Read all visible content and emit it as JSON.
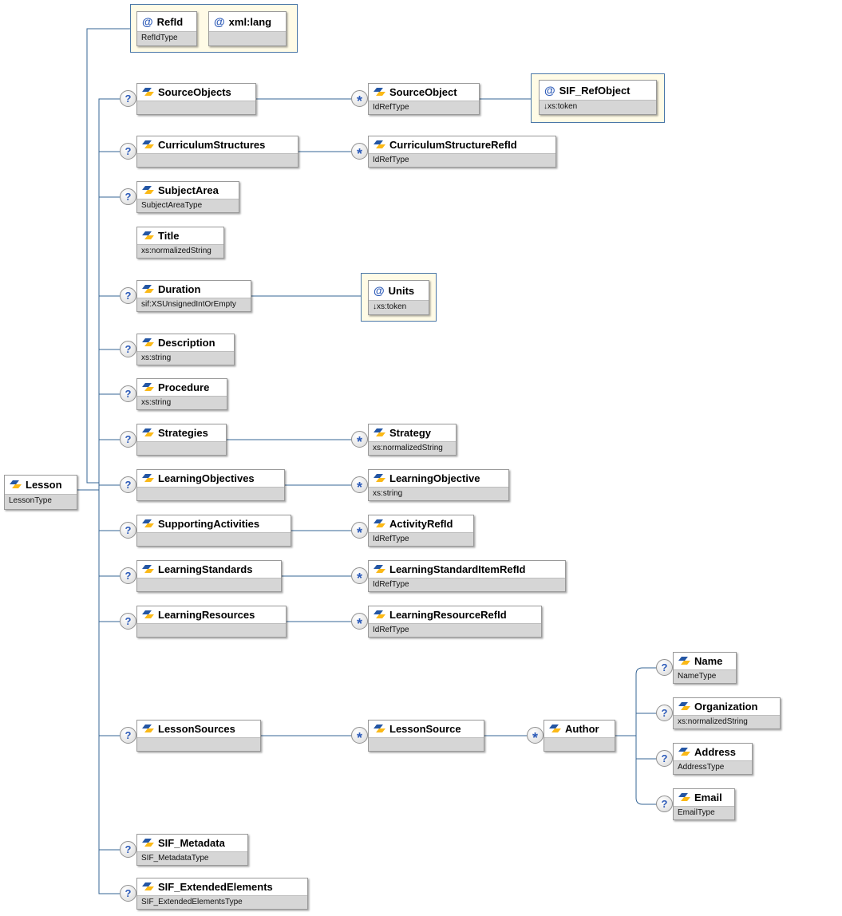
{
  "markers": {
    "attribute": "@",
    "optional": "?",
    "many": "*"
  },
  "colors": {
    "connector": "#356595",
    "attribute_group_fill": "#fffbe6",
    "attribute_group_border": "#4a77a8",
    "type_band": "#d6d6d6",
    "badge_glyph": "#2d5bb8",
    "element_icon_blue": "#2456a4",
    "element_icon_yellow": "#fbb917"
  },
  "nodes": {
    "lesson": {
      "name": "Lesson",
      "type": "LessonType",
      "kind": "element",
      "occurrence": "required"
    },
    "refId": {
      "name": "RefId",
      "type": "RefIdType",
      "kind": "attribute"
    },
    "xmlLang": {
      "name": "xml:lang",
      "type": "",
      "kind": "attribute"
    },
    "sourceObjects": {
      "name": "SourceObjects",
      "type": "",
      "kind": "element",
      "occurrence": "optional"
    },
    "sourceObject": {
      "name": "SourceObject",
      "type": "IdRefType",
      "kind": "element",
      "occurrence": "zero-or-more"
    },
    "sifRefObject": {
      "name": "SIF_RefObject",
      "type": "↓xs:token",
      "kind": "attribute"
    },
    "curriculumStructures": {
      "name": "CurriculumStructures",
      "type": "",
      "kind": "element",
      "occurrence": "optional"
    },
    "curriculumStructureRefId": {
      "name": "CurriculumStructureRefId",
      "type": "IdRefType",
      "kind": "element",
      "occurrence": "zero-or-more"
    },
    "subjectArea": {
      "name": "SubjectArea",
      "type": "SubjectAreaType",
      "kind": "element",
      "occurrence": "optional"
    },
    "title": {
      "name": "Title",
      "type": "xs:normalizedString",
      "kind": "element",
      "occurrence": "required"
    },
    "duration": {
      "name": "Duration",
      "type": "sif:XSUnsignedIntOrEmpty",
      "kind": "element",
      "occurrence": "optional"
    },
    "units": {
      "name": "Units",
      "type": "↓xs:token",
      "kind": "attribute"
    },
    "description": {
      "name": "Description",
      "type": "xs:string",
      "kind": "element",
      "occurrence": "optional"
    },
    "procedure": {
      "name": "Procedure",
      "type": "xs:string",
      "kind": "element",
      "occurrence": "optional"
    },
    "strategies": {
      "name": "Strategies",
      "type": "",
      "kind": "element",
      "occurrence": "optional"
    },
    "strategy": {
      "name": "Strategy",
      "type": "xs:normalizedString",
      "kind": "element",
      "occurrence": "zero-or-more"
    },
    "learningObjectives": {
      "name": "LearningObjectives",
      "type": "",
      "kind": "element",
      "occurrence": "optional"
    },
    "learningObjective": {
      "name": "LearningObjective",
      "type": "xs:string",
      "kind": "element",
      "occurrence": "zero-or-more"
    },
    "supportingActivities": {
      "name": "SupportingActivities",
      "type": "",
      "kind": "element",
      "occurrence": "optional"
    },
    "activityRefId": {
      "name": "ActivityRefId",
      "type": "IdRefType",
      "kind": "element",
      "occurrence": "zero-or-more"
    },
    "learningStandards": {
      "name": "LearningStandards",
      "type": "",
      "kind": "element",
      "occurrence": "optional"
    },
    "learningStandardItemRefId": {
      "name": "LearningStandardItemRefId",
      "type": "IdRefType",
      "kind": "element",
      "occurrence": "zero-or-more"
    },
    "learningResources": {
      "name": "LearningResources",
      "type": "",
      "kind": "element",
      "occurrence": "optional"
    },
    "learningResourceRefId": {
      "name": "LearningResourceRefId",
      "type": "IdRefType",
      "kind": "element",
      "occurrence": "zero-or-more"
    },
    "lessonSources": {
      "name": "LessonSources",
      "type": "",
      "kind": "element",
      "occurrence": "optional"
    },
    "lessonSource": {
      "name": "LessonSource",
      "type": "",
      "kind": "element",
      "occurrence": "zero-or-more"
    },
    "author": {
      "name": "Author",
      "type": "",
      "kind": "element",
      "occurrence": "zero-or-more"
    },
    "authorName": {
      "name": "Name",
      "type": "NameType",
      "kind": "element",
      "occurrence": "optional"
    },
    "organization": {
      "name": "Organization",
      "type": "xs:normalizedString",
      "kind": "element",
      "occurrence": "optional"
    },
    "address": {
      "name": "Address",
      "type": "AddressType",
      "kind": "element",
      "occurrence": "optional"
    },
    "email": {
      "name": "Email",
      "type": "EmailType",
      "kind": "element",
      "occurrence": "optional"
    },
    "sifMetadata": {
      "name": "SIF_Metadata",
      "type": "SIF_MetadataType",
      "kind": "element",
      "occurrence": "optional"
    },
    "sifExtendedElements": {
      "name": "SIF_ExtendedElements",
      "type": "SIF_ExtendedElementsType",
      "kind": "element",
      "occurrence": "optional"
    }
  }
}
